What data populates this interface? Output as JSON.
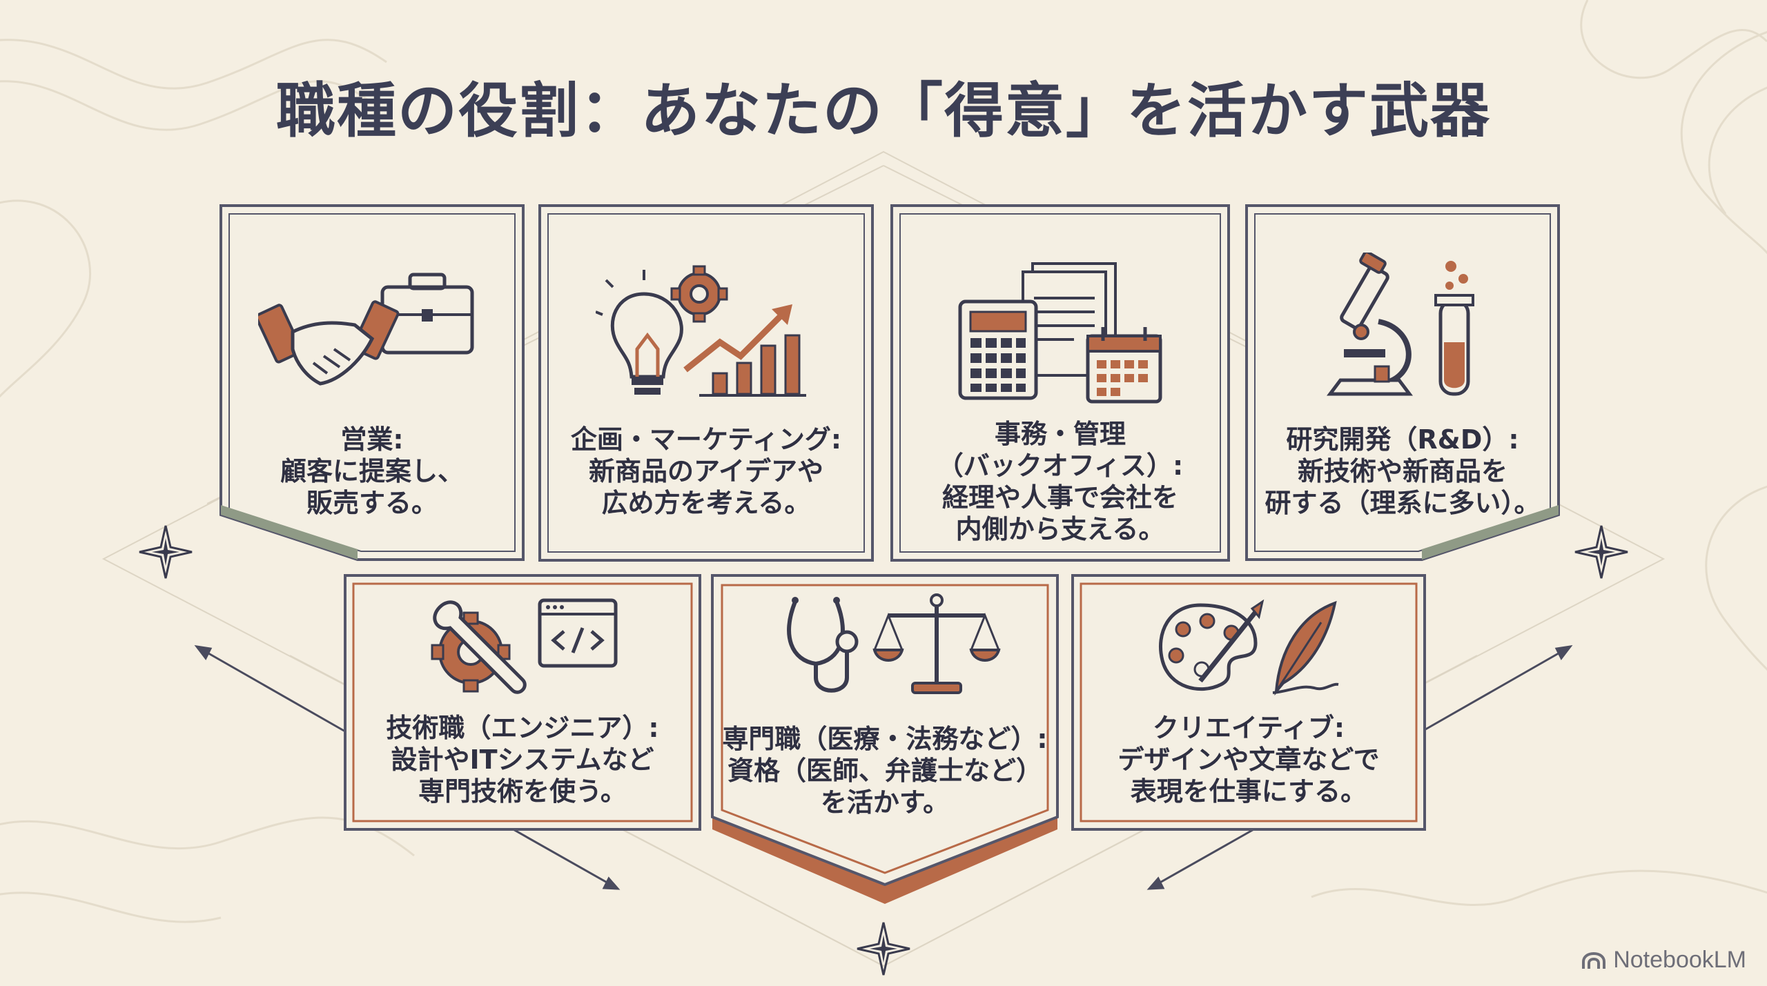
{
  "title": "職種の役割：あなたの「得意」を活かす武器",
  "colors": {
    "accent": "#b86a48",
    "ink": "#2f3042",
    "frame": "#55566a",
    "background": "#f5efe2",
    "green_trim": "#8f9a86"
  },
  "cards_top": [
    {
      "icon": "handshake-briefcase-icon",
      "lines": [
        "営業:",
        "顧客に提案し、",
        "販売する。"
      ]
    },
    {
      "icon": "lightbulb-gear-chart-icon",
      "lines": [
        "企画・マーケティング:",
        "新商品のアイデアや",
        "広め方を考える。"
      ]
    },
    {
      "icon": "calculator-documents-calendar-icon",
      "lines": [
        "事務・管理",
        "（バックオフィス）:",
        "経理や人事で会社を",
        "内側から支える。"
      ]
    },
    {
      "icon": "microscope-test-tube-icon",
      "lines": [
        "研究開発（R&D）:",
        "新技術や新商品を",
        "研する（理系に多い）。"
      ]
    }
  ],
  "cards_bottom": [
    {
      "icon": "wrench-gear-code-icon",
      "lines": [
        "技術職（エンジニア）:",
        "設計やITシステムなど",
        "専門技術を使う。"
      ]
    },
    {
      "icon": "stethoscope-scales-icon",
      "lines": [
        "専門職（医療・法務など）:",
        "資格（医師、弁護士など）",
        "を活かす。"
      ]
    },
    {
      "icon": "palette-quill-icon",
      "lines": [
        "クリエイティブ:",
        "デザインや文章などで",
        "表現を仕事にする。"
      ]
    }
  ],
  "brand": "NotebookLM"
}
